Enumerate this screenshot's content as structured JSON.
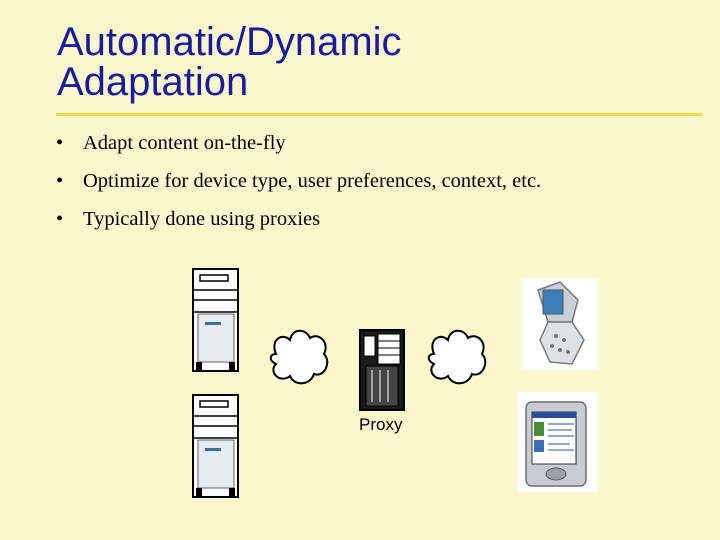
{
  "title": {
    "line1": "Automatic/Dynamic",
    "line2": "Adaptation"
  },
  "bullets": [
    "Adapt content on-the-fly",
    "Optimize for device type, user preferences, context, etc.",
    "Typically done using proxies"
  ],
  "diagram": {
    "proxy_label": "Proxy"
  },
  "colors": {
    "background": "#fbf7cd",
    "title": "#1a1aa0",
    "rule": "#eadb4a"
  }
}
